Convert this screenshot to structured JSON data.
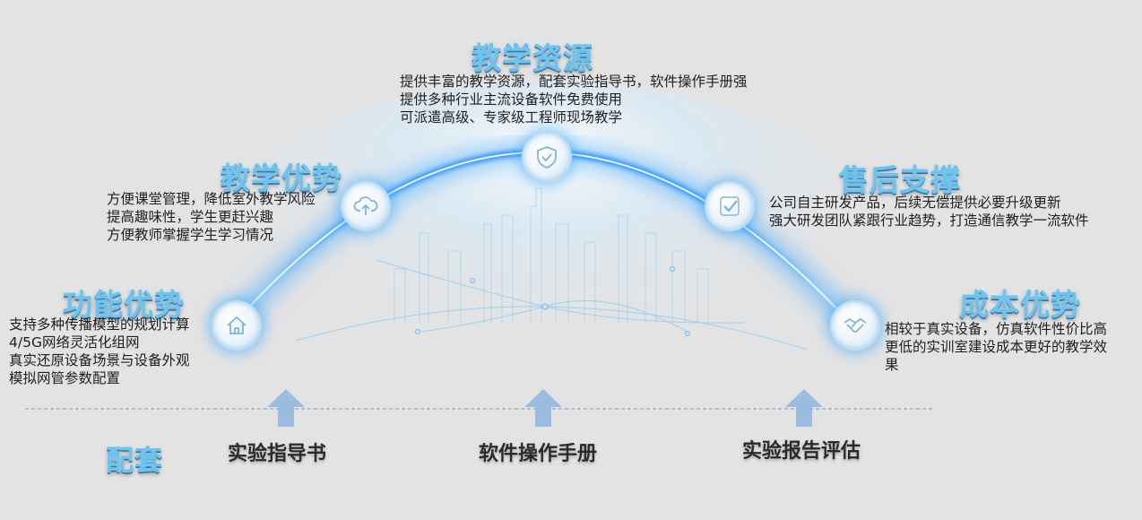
{
  "sections": [
    {
      "title": "功能优势",
      "icon": "home-icon",
      "lines": [
        "支持多种传播模型的规划计算",
        "4/5G网络灵活化组网",
        "真实还原设备场景与设备外观",
        "模拟网管参数配置"
      ]
    },
    {
      "title": "教学优势",
      "icon": "cloud-upload-icon",
      "lines": [
        "方便课堂管理，降低室外教学风险",
        "提高趣味性，学生更赶兴趣",
        "方便教师掌握学生学习情况"
      ]
    },
    {
      "title": "教学资源",
      "icon": "shield-check-icon",
      "lines": [
        "提供丰富的教学资源，配套实验指导书，软件操作手册强",
        "提供多种行业主流设备软件免费使用",
        "可派遣高级、专家级工程师现场教学"
      ]
    },
    {
      "title": "售后支撑",
      "icon": "check-icon",
      "lines": [
        "公司自主研发产品，后续无偿提供必要升级更新",
        "强大研发团队紧跟行业趋势，打造通信教学一流软件"
      ]
    },
    {
      "title": "成本优势",
      "icon": "handshake-icon",
      "lines": [
        "相较于真实设备，仿真软件性价比高",
        "更低的实训室建设成本更好的教学效",
        "果"
      ]
    }
  ],
  "support": {
    "heading": "配套",
    "items": [
      "实验指导书",
      "软件操作手册",
      "实验报告评估"
    ]
  },
  "colors": {
    "arc_glow": "#1e90ff",
    "title_fill": "#6cc3ee",
    "arrow": "#8fb5de",
    "dashed_line": "#8aa6c8",
    "background": "#e3e3e4"
  }
}
